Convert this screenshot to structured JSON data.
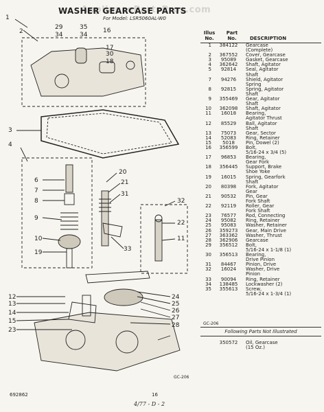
{
  "title": "WASHER GEARCASE PARTS",
  "watermark": "AppliancePartsPros.com",
  "model_line": "For Model: LSR5060AL-W0",
  "table_headers": {
    "illus_no": "Illus\nNo.",
    "part_no": "Part\nNo.",
    "description": "DESCRIPTION"
  },
  "parts": [
    {
      "illus": "1",
      "part": "384122",
      "desc": "Gearcase\n(Complete)"
    },
    {
      "illus": "2",
      "part": "367552",
      "desc": "Cover, Gearcase"
    },
    {
      "illus": "3",
      "part": "95089",
      "desc": "Gasket, Gearcase"
    },
    {
      "illus": "4",
      "part": "362642",
      "desc": "Shaft, Agitator"
    },
    {
      "illus": "5",
      "part": "92814",
      "desc": "Seal, Agitator\nShaft"
    },
    {
      "illus": "7",
      "part": "94276",
      "desc": "Shield, Agitator\nSpring"
    },
    {
      "illus": "8",
      "part": "92815",
      "desc": "Spring, Agitator\nShaft"
    },
    {
      "illus": "9",
      "part": "355469",
      "desc": "Gear, Agitator\nShaft"
    },
    {
      "illus": "10",
      "part": "362098",
      "desc": "Shaft, Agitator"
    },
    {
      "illus": "11",
      "part": "16018",
      "desc": "Bearing,\nAgitator Thrust"
    },
    {
      "illus": "12",
      "part": "85529",
      "desc": "Ball, Agitator\nShaft"
    },
    {
      "illus": "13",
      "part": "75073",
      "desc": "Gear, Sector"
    },
    {
      "illus": "14",
      "part": "52083",
      "desc": "Ring, Retainer"
    },
    {
      "illus": "15",
      "part": "5018",
      "desc": "Pin, Dowel (2)"
    },
    {
      "illus": "16",
      "part": "356599",
      "desc": "Bolt,\n5/16-24 x 3/4 (5)"
    },
    {
      "illus": "17",
      "part": "96853",
      "desc": "Bearing,\nGear Fork"
    },
    {
      "illus": "18",
      "part": "356445",
      "desc": "Support, Brake\nShoe Yoke"
    },
    {
      "illus": "19",
      "part": "16015",
      "desc": "Spring, Gearfork\nShaft"
    },
    {
      "illus": "20",
      "part": "80398",
      "desc": "Fork, Agitator\nGear"
    },
    {
      "illus": "21",
      "part": "90532",
      "desc": "Pin, Gear\nFork Shaft"
    },
    {
      "illus": "22",
      "part": "92119",
      "desc": "Roller, Gear\nFork Shaft"
    },
    {
      "illus": "23",
      "part": "76577",
      "desc": "Rod, Connecting"
    },
    {
      "illus": "24",
      "part": "95082",
      "desc": "Ring, Retainer"
    },
    {
      "illus": "25",
      "part": "95083",
      "desc": "Washer, Retainer"
    },
    {
      "illus": "26",
      "part": "359273",
      "desc": "Gear, Main Drive"
    },
    {
      "illus": "27",
      "part": "363362",
      "desc": "Washer, Thrust"
    },
    {
      "illus": "28",
      "part": "362906",
      "desc": "Gearcase"
    },
    {
      "illus": "29",
      "part": "356512",
      "desc": "Bolt,\n5/16-24 x 1-1/8 (1)"
    },
    {
      "illus": "30",
      "part": "356513",
      "desc": "Bearing,\nDrive Pinion"
    },
    {
      "illus": "31",
      "part": "84467",
      "desc": "Pinion, Drive"
    },
    {
      "illus": "32",
      "part": "16024",
      "desc": "Washer, Drive\nPinion"
    },
    {
      "illus": "33",
      "part": "90094",
      "desc": "Ring, Retainer"
    },
    {
      "illus": "34",
      "part": "138485",
      "desc": "Lockwasher (2)"
    },
    {
      "illus": "35",
      "part": "355613",
      "desc": "Screw,\n5/16-24 x 1-3/4 (1)"
    }
  ],
  "gc_code_table": "GC-206",
  "following_note": "Following Parts Not Illustrated",
  "extra_parts": [
    {
      "illus": "",
      "part": "350572",
      "desc": "Oil, Gearcase\n(15 Oz.)"
    }
  ],
  "gc_code_diagram": "GC-206",
  "footer_left": "692862",
  "footer_page": "16",
  "footer_handwritten": "4/77 - D - 2",
  "callouts": [
    "1",
    "2",
    "29",
    "34",
    "35",
    "34",
    "16",
    "17",
    "30",
    "18",
    "3",
    "4",
    "6",
    "7",
    "8",
    "9",
    "10",
    "19",
    "20",
    "21",
    "31",
    "32",
    "22",
    "33",
    "11",
    "12",
    "13",
    "14",
    "15",
    "23",
    "24",
    "25",
    "26",
    "27",
    "28"
  ]
}
